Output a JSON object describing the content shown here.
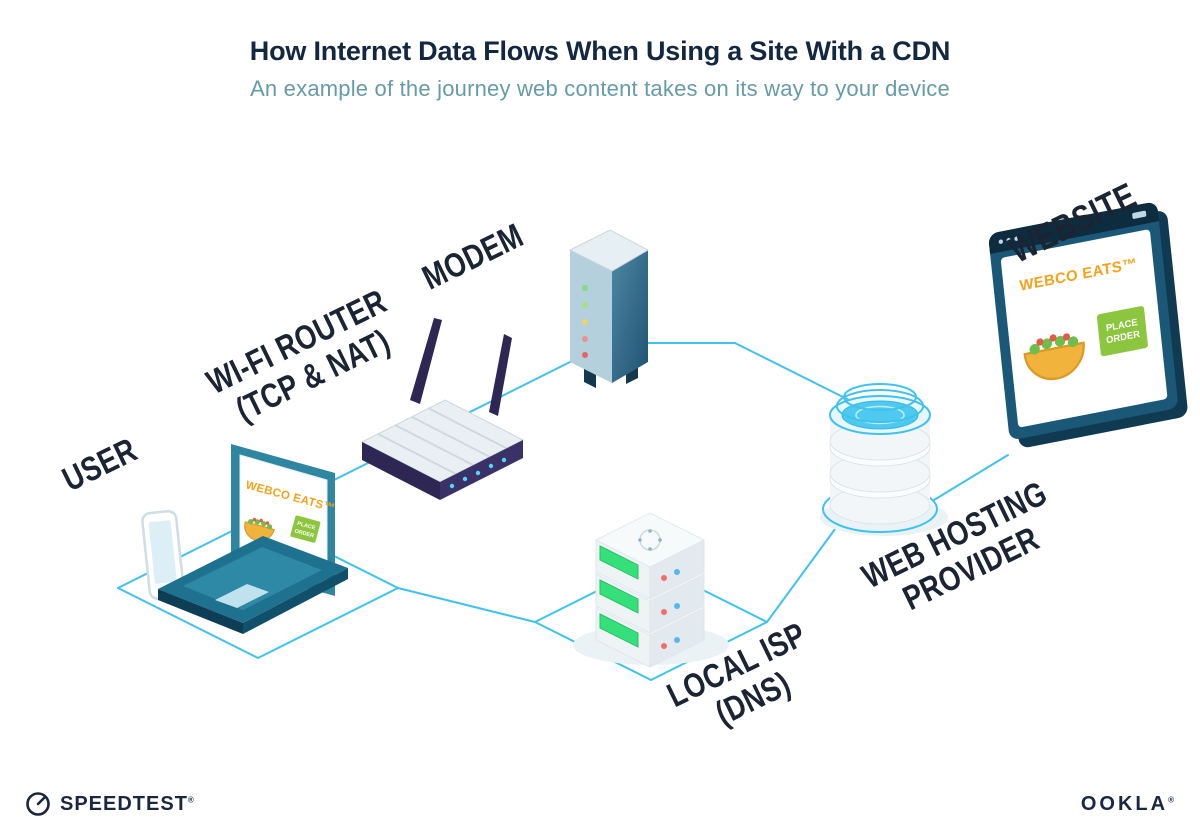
{
  "header": {
    "title": "How Internet Data Flows When Using a Site With a CDN",
    "subtitle": "An example of the journey web content takes on its way to your device"
  },
  "labels": {
    "user": "USER",
    "router_l1": "WI-FI ROUTER",
    "router_l2": "(TCP & NAT)",
    "modem": "MODEM",
    "website": "WEBSITE",
    "hosting_l1": "WEB HOSTING",
    "hosting_l2": "PROVIDER",
    "isp_l1": "LOCAL ISP",
    "isp_l2": "(DNS)"
  },
  "screens": {
    "laptop_brand": "WEBCO EATS™",
    "laptop_btn_l1": "PLACE",
    "laptop_btn_l2": "ORDER",
    "website_brand": "WEBCO EATS™",
    "website_btn_l1": "PLACE",
    "website_btn_l2": "ORDER"
  },
  "flow": [
    "USER",
    "WI-FI ROUTER (TCP & NAT)",
    "MODEM",
    "LOCAL ISP (DNS)",
    "WEB HOSTING PROVIDER",
    "WEBSITE"
  ],
  "footer": {
    "speedtest_label": "SPEEDTEST",
    "speedtest_mark": "®",
    "ookla_label": "OOKLA",
    "ookla_mark": "®"
  },
  "colors": {
    "line_cyan": "#3FC2EE",
    "label_navy": "#1B2433",
    "title_navy": "#13273F",
    "subtitle_teal": "#669BA9",
    "brand_orange": "#F5A21B",
    "button_green": "#8CC63F",
    "server_green": "#35E07A",
    "router_purple": "#2E2753"
  }
}
